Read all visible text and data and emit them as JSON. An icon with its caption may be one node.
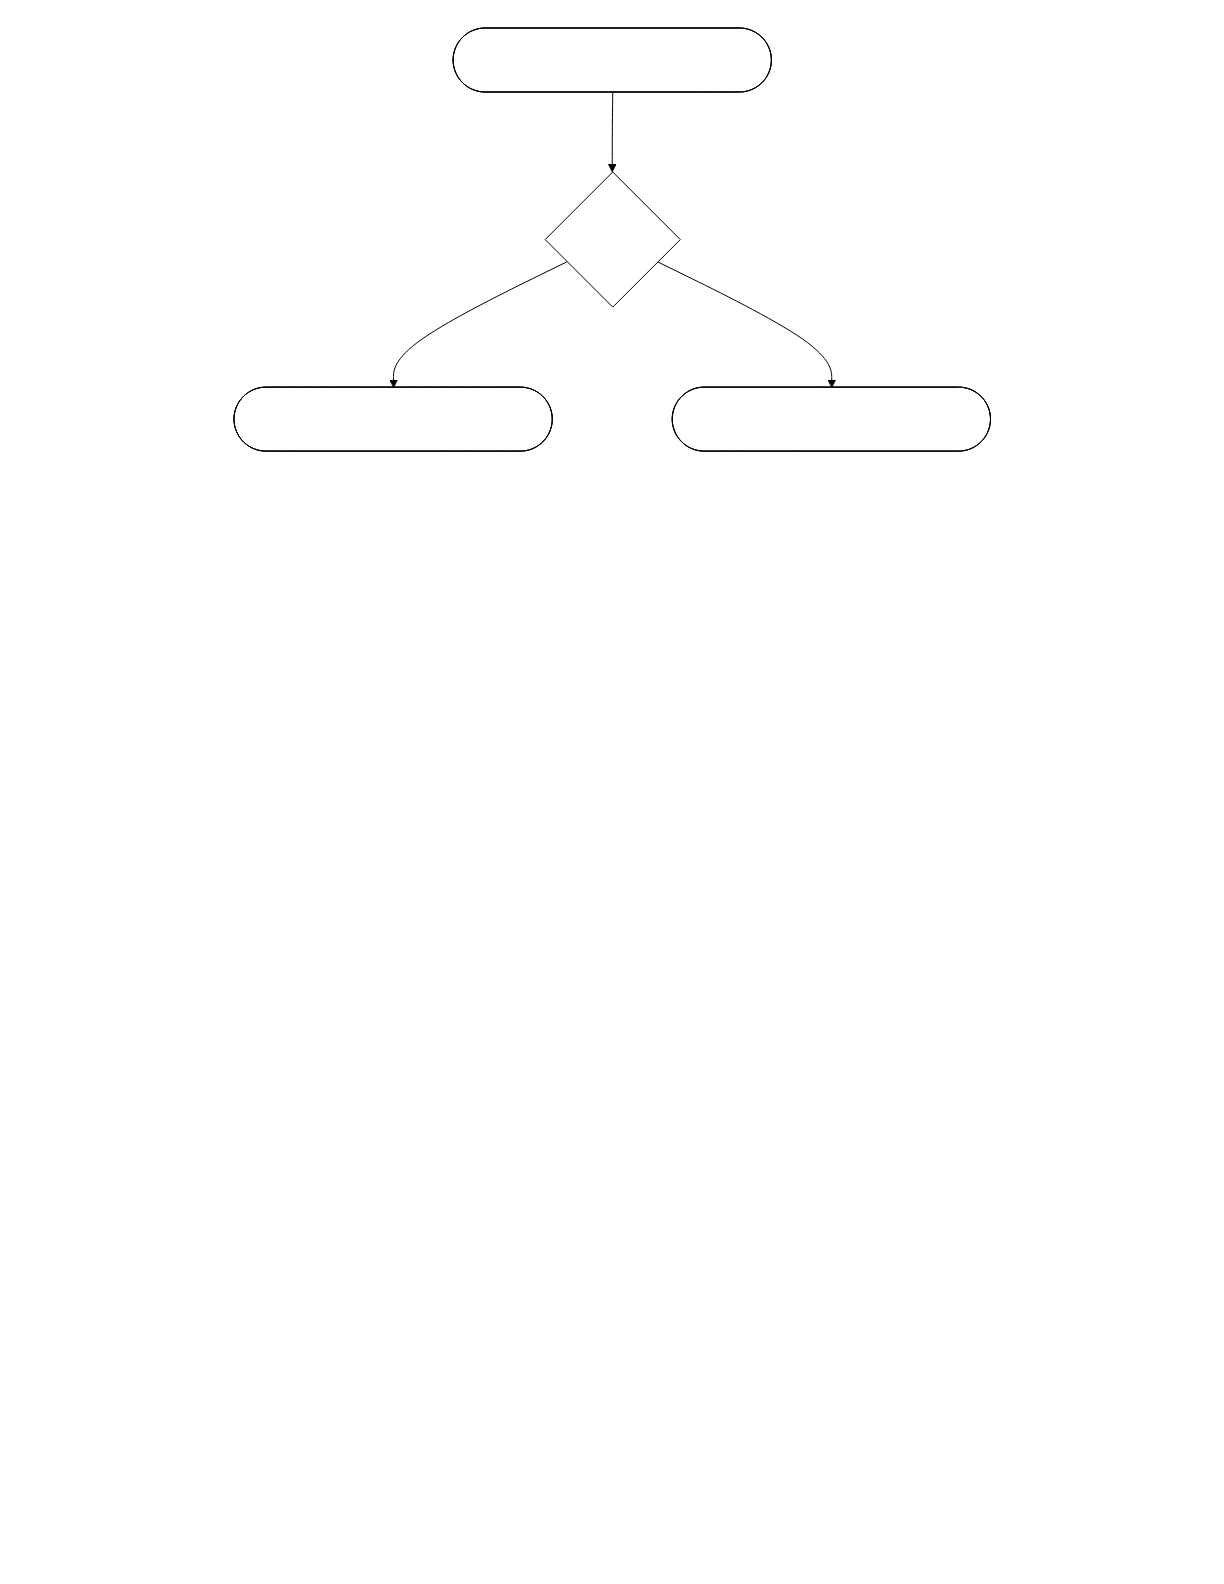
{
  "diagram": {
    "nodes": [
      {
        "text": [],
        "shape": "stadium"
      },
      {
        "text": [],
        "shape": "diamond"
      },
      {
        "text": [],
        "shape": "stadium"
      },
      {
        "text": [],
        "shape": "stadium"
      }
    ],
    "edges": [
      {
        "from": 0,
        "to": 1,
        "arrow": "to"
      },
      {
        "from": 1,
        "to": 2,
        "arrow": "to"
      },
      {
        "from": 1,
        "to": 3,
        "arrow": "to"
      }
    ]
  }
}
